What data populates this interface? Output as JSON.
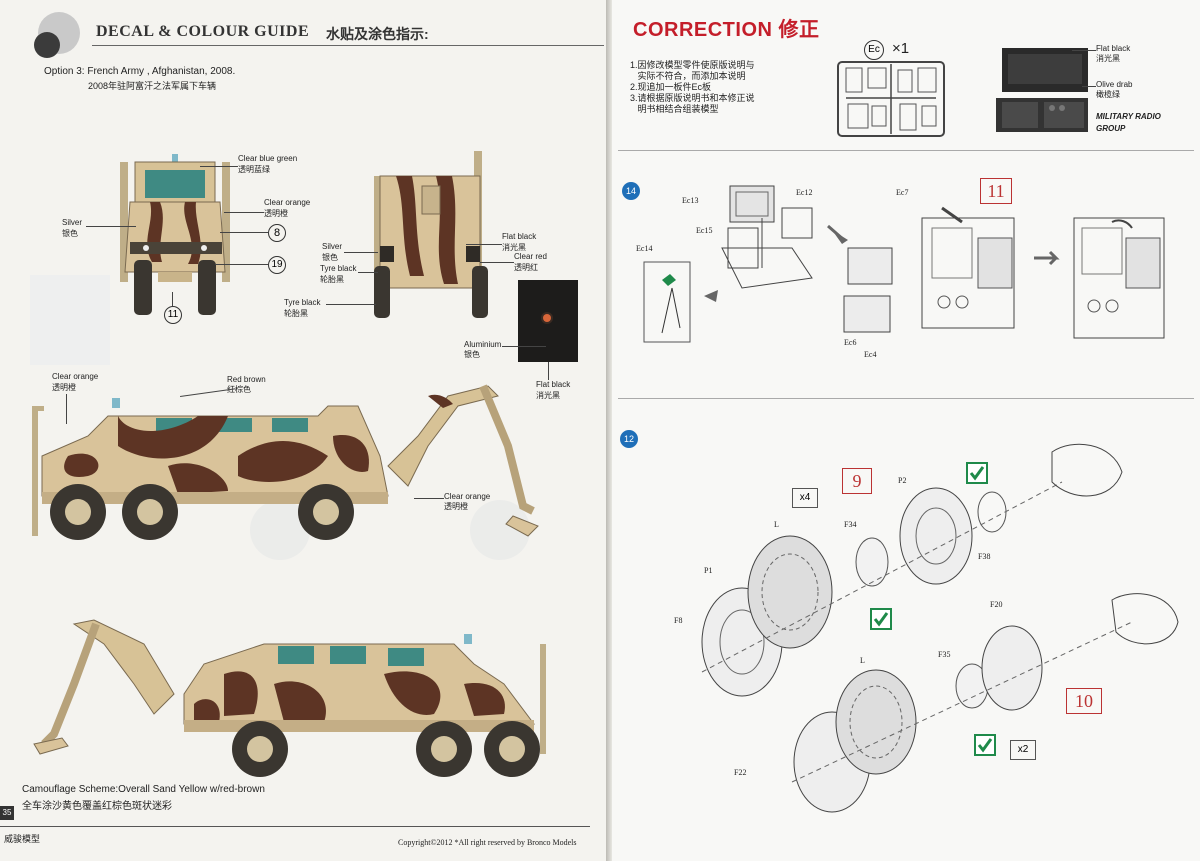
{
  "left": {
    "header_title": "DECAL & COLOUR GUIDE",
    "header_title_cn": "水贴及涂色指示:",
    "option_en": "Option 3: French Army , Afghanistan, 2008.",
    "option_cn": "2008年驻阿富汗之法军属下车辆",
    "front_labels": {
      "clear_blue_green": "Clear blue green",
      "clear_blue_green_cn": "透明蓝绿",
      "clear_orange": "Clear orange",
      "clear_orange_cn": "透明橙",
      "silver": "Silver",
      "silver_cn": "银色",
      "decal_8": "8",
      "decal_19": "19",
      "decal_11": "11"
    },
    "rear_labels": {
      "silver": "Silver",
      "silver_cn": "银色",
      "tyre_black": "Tyre black",
      "tyre_black_cn": "轮胎黑",
      "flat_black": "Flat black",
      "flat_black_cn": "消光黑",
      "clear_red": "Clear red",
      "clear_red_cn": "透明红",
      "tyre_black2": "Tyre black",
      "tyre_black2_cn": "轮胎黑"
    },
    "inset_labels": {
      "aluminium": "Aluminium",
      "aluminium_cn": "银色",
      "flat_black": "Flat black",
      "flat_black_cn": "消光黑"
    },
    "side_labels": {
      "clear_orange": "Clear orange",
      "clear_orange_cn": "透明橙",
      "red_brown": "Red brown",
      "red_brown_cn": "红棕色",
      "clear_orange2": "Clear orange",
      "clear_orange2_cn": "透明橙"
    },
    "camo_en": "Camouflage Scheme:Overall Sand Yellow w/red-brown",
    "camo_cn": "全车涂沙黄色覆盖红棕色斑状迷彩",
    "page_number": "35",
    "footer_brand": "威骏模型",
    "footer_copyright": "Copyright©2012  *All right reserved by Bronco Models"
  },
  "right": {
    "correction_title": "CORRECTION 修正",
    "ec_label": "Ec",
    "ec_qty": "×1",
    "notes": [
      "1.因修改模型零件使原版说明与",
      "   实际不符合，而添加本说明",
      "2.现追加一板件Ec板",
      "3.请根据原版说明书和本修正说",
      "   明书相结合组装模型"
    ],
    "flat_black": "Flat black",
    "flat_black_cn": "消光黑",
    "olive_drab": "Olive drab",
    "olive_drab_cn": "橄榄绿",
    "radio_group": "MILITARY RADIO",
    "radio_group2": "GROUP",
    "step14": "14",
    "step12": "12",
    "ref11": "11",
    "ref9": "9",
    "ref10": "10",
    "parts14": [
      "Ec13",
      "Ec12",
      "Ec15",
      "Ec14",
      "Ec7",
      "Ec6",
      "Ec4"
    ],
    "parts12": [
      "P2",
      "F34",
      "L",
      "P1",
      "F8",
      "F38",
      "F20",
      "F35",
      "L",
      "F22"
    ],
    "qty_x4": "x4",
    "qty_x2": "x2"
  },
  "colors": {
    "sand": "#d9c39a",
    "brown": "#5d3424",
    "glass": "#3f8a83",
    "red_title": "#c41e2a",
    "step_blue": "#1f6fb8",
    "check_green": "#1f8a4a"
  }
}
